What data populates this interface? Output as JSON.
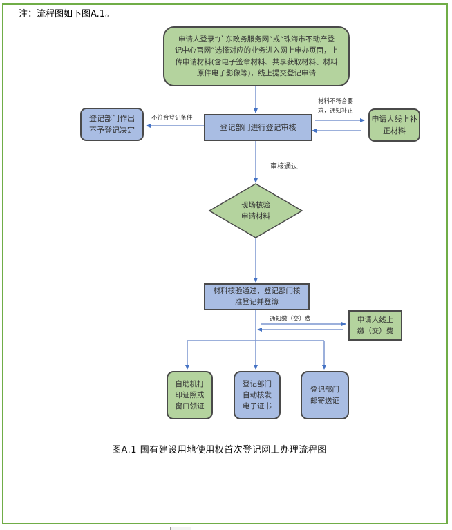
{
  "note": "注：流程图如下图A.1。",
  "caption": "图A.1 国有建设用地使用权首次登记网上办理流程图",
  "colors": {
    "frame": "#70ad47",
    "green_fill": "#b4d39e",
    "blue_fill": "#a9bde3",
    "arrow": "#4472c4"
  },
  "nodes": {
    "start": "申请人登录“广东政务服务网”或“珠海市不动产登记中心官网”选择对应的业务进入网上申办页面，上传申请材料(含电子签章材料、共享获取材料、材料原件电子影像等)，线上提交登记申请",
    "start_lines": [
      "申请人登录“广东政务服务网”或“珠海市不动产登",
      "记中心官网”选择对应的业务进入网上申办页面，上",
      "传申请材料(含电子签章材料、共享获取材料、材料",
      "原件电子影像等)，线上提交登记申请"
    ],
    "review": "登记部门进行登记审核",
    "reject_lines": [
      "登记部门作出",
      "不予登记决定"
    ],
    "supplement_lines": [
      "申请人线上补",
      "正材料"
    ],
    "onsite_lines": [
      "现场核验",
      "申请材料"
    ],
    "approve_lines": [
      "材料核验通过，登记部门核",
      "准登记并登簿"
    ],
    "pay_lines": [
      "申请人线上",
      "缴（交）费"
    ],
    "kiosk_lines": [
      "自助机打",
      "印证照或",
      "窗口领证"
    ],
    "ecert_lines": [
      "登记部门",
      "自动核发",
      "电子证书"
    ],
    "mail_lines": [
      "登记部门",
      "邮寄送证"
    ]
  },
  "edge_labels": {
    "not_qualified": "不符合登记条件",
    "materials_not_ok_lines": [
      "材料不符合要",
      "求，通知补正"
    ],
    "review_passed": "审核通过",
    "notify_pay": "通知缴（交）费"
  }
}
